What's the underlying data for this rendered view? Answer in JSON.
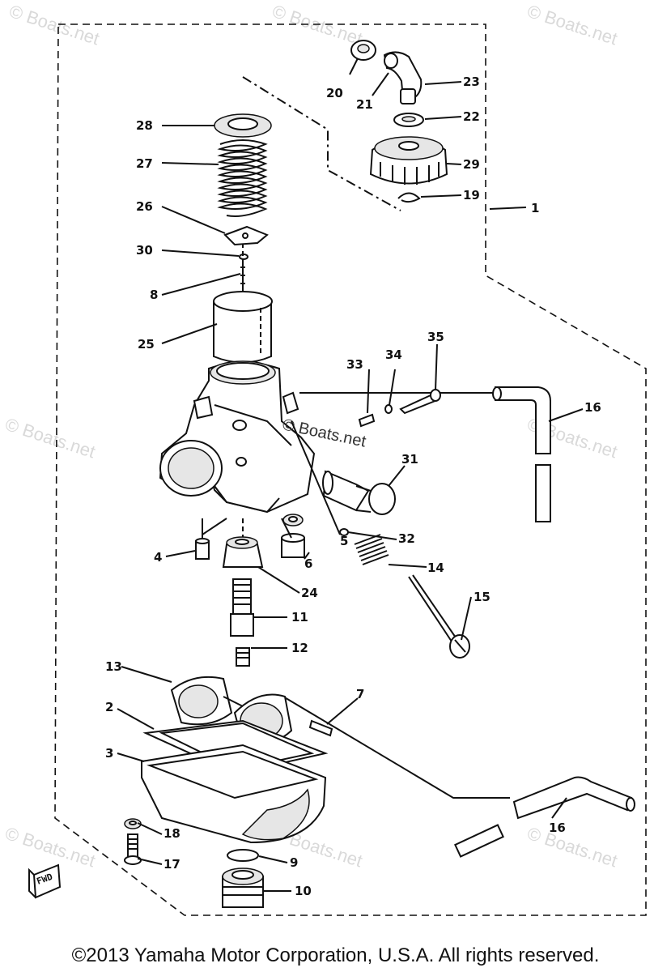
{
  "callouts": {
    "p1": "1",
    "p2": "2",
    "p3": "3",
    "p4": "4",
    "p5": "5",
    "p6": "6",
    "p7": "7",
    "p8": "8",
    "p9": "9",
    "p10": "10",
    "p11": "11",
    "p12": "12",
    "p13": "13",
    "p14": "14",
    "p15": "15",
    "p16a": "16",
    "p16b": "16",
    "p17": "17",
    "p18": "18",
    "p19": "19",
    "p20": "20",
    "p21": "21",
    "p22": "22",
    "p23": "23",
    "p24": "24",
    "p25": "25",
    "p26": "26",
    "p27": "27",
    "p28": "28",
    "p29": "29",
    "p30": "30",
    "p31": "31",
    "p32": "32",
    "p33": "33",
    "p34": "34",
    "p35": "35"
  },
  "direction_tag": "FWD",
  "watermark": "© Boats.net",
  "center_watermark": "© Boats.net",
  "copyright": "©2013 Yamaha Motor Corporation, U.S.A. All rights reserved."
}
